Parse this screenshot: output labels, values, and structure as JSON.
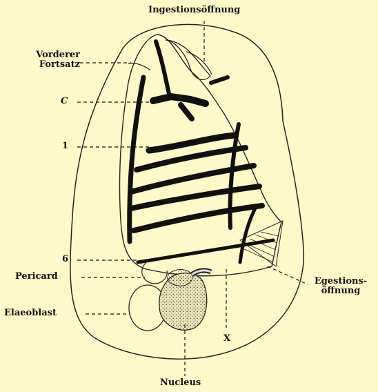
{
  "labels": {
    "ingestion": "Ingestionsöffnung",
    "vorderer_line1": "Vorderer",
    "vorderer_line2": "Fortsatz",
    "c": "C",
    "one": "1",
    "six": "6",
    "pericard": "Pericard",
    "elaeoblast": "Elaeoblast",
    "egestion_line1": "Egestions-",
    "egestion_line2": "öffnung",
    "x": "X",
    "nucleus": "Nucleus"
  },
  "colors": {
    "background": "#fdf9c9",
    "ink": "#111111",
    "nucleus_fill": "#e9e4b8"
  }
}
